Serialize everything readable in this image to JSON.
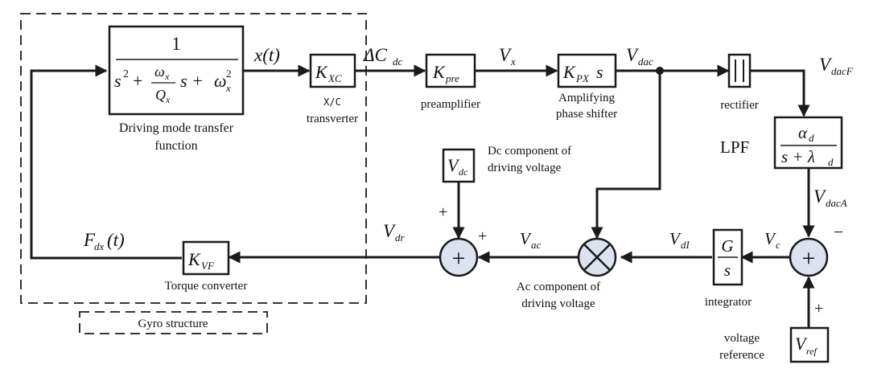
{
  "blocks": {
    "transfer_function": {
      "numerator": "1",
      "denominator_s2": "s",
      "denominator_s2_exp": "2",
      "plus1": "+",
      "omega": "ω",
      "omega_sub": "x",
      "Q": "Q",
      "Q_sub": "x",
      "s_term": "s +",
      "omega2": "ω",
      "omega2_sub": "x",
      "omega2_sup": "2",
      "caption_line1": "Driving mode transfer",
      "caption_line2": "function"
    },
    "kxc": {
      "symbol": "K",
      "sub": "XC",
      "caption_line1": "X/C",
      "caption_line2": "transverter"
    },
    "kpre": {
      "symbol": "K",
      "sub": "pre",
      "caption": "preamplifier"
    },
    "kpx": {
      "symbol": "K",
      "sub": "PX",
      "suffix": "s",
      "caption_line1": "Amplifying",
      "caption_line2": "phase shifter"
    },
    "rectifier": {
      "symbol": "| |",
      "caption": "rectifier"
    },
    "lpf": {
      "label": "LPF",
      "alpha": "α",
      "alpha_sub": "d",
      "den": "s + λ",
      "den_sub": "d"
    },
    "vdc": {
      "symbol": "V",
      "sub": "dc",
      "caption_line1": "Dc component of",
      "caption_line2": "driving voltage"
    },
    "kvf": {
      "symbol": "K",
      "sub": "VF",
      "caption": "Torque converter"
    },
    "integrator": {
      "num": "G",
      "den": "s",
      "caption": "integrator"
    },
    "vref": {
      "symbol": "V",
      "sub": "ref",
      "caption_line1": "voltage",
      "caption_line2": "reference"
    },
    "multiplier": {
      "caption_line1": "Ac component of",
      "caption_line2": "driving voltage"
    }
  },
  "signals": {
    "xt": "x(t)",
    "delta_c": "ΔC",
    "delta_c_sub": "dc",
    "vx": "V",
    "vx_sub": "x",
    "vdac": "V",
    "vdac_sub": "dac",
    "vdacF": "V",
    "vdacF_sub": "dacF",
    "vdacA": "V",
    "vdacA_sub": "dacA",
    "vc": "V",
    "vc_sub": "c",
    "vdI": "V",
    "vdI_sub": "dI",
    "vac": "V",
    "vac_sub": "ac",
    "vdr": "V",
    "vdr_sub": "dr",
    "fdx": "F",
    "fdx_sub": "dx",
    "fdx_arg": "(t)"
  },
  "signs": {
    "sum_right_minus": "−",
    "sum_right_plus": "+",
    "sum_left_plus_top": "+",
    "sum_left_plus_right": "+"
  },
  "sum_symbol": "+",
  "gyro_label": "Gyro structure"
}
